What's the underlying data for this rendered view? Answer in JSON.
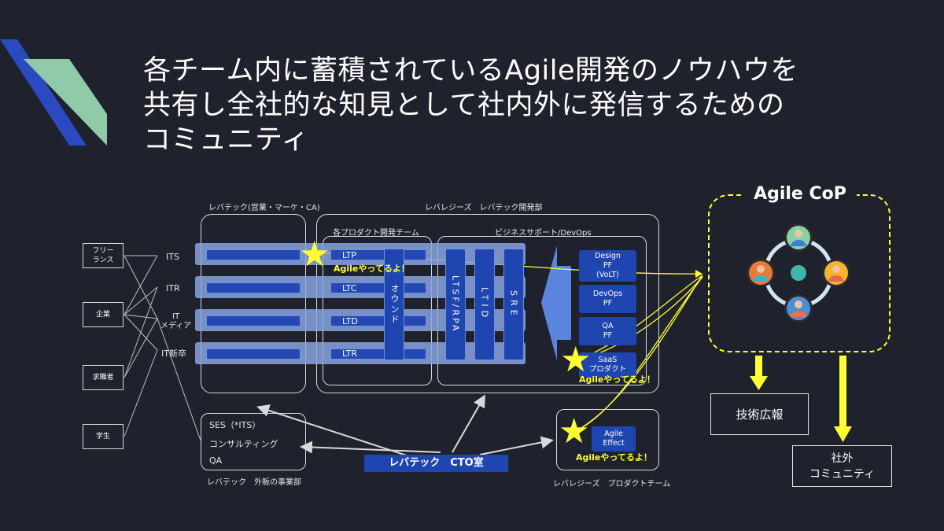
{
  "title": {
    "line1": "各チーム内に蓄積されているAgile開発のノウハウを",
    "line2": "共有し全社的な知見として社内外に発信するための",
    "line3": "コミュニティ"
  },
  "labels": {
    "leverages_tech_sales": "レバテック(営業・マーケ・CA)",
    "levelages_dev": "レバレジーズ　レバテック開発部",
    "product_teams": "各プロダクト開発チーム",
    "business_support": "ビジネスサポート/DevOps",
    "external_sales": "レバテック　外販の事業部",
    "levelages_product": "レバレジーズ　プロダクトチーム"
  },
  "side_boxes": [
    "フリー\nランス",
    "企業",
    "求職者",
    "学生"
  ],
  "rows": [
    "ITS",
    "ITR",
    "IT\nメディア",
    "IT新卒"
  ],
  "lanes": [
    "LTP",
    "LTC",
    "LTD",
    "LTR"
  ],
  "columns": [
    "オウンド",
    "LTSF/RPA",
    "LTID",
    "SRE"
  ],
  "platforms": [
    "Design\nPF\n(VoLT)",
    "DevOps\nPF",
    "QA\nPF",
    "SaaS\nプロダクト"
  ],
  "ses_box": [
    "SES（*ITS）",
    "コンサルティング",
    "QA"
  ],
  "agile_effect": "Agile\nEffect",
  "cto_office": "レバテック　CTO室",
  "agile_doing": "Agileやってるよ！",
  "agile_cop": "Agile CoP",
  "tech_pr": "技術広報",
  "external_community": "社外\nコミュニティ",
  "colors": {
    "background": "#1f222c",
    "accent_yellow": "#ffff33",
    "dark_blue": "#1f46b0",
    "lane_blue": "#8aa3e0",
    "logo_blue": "#2b49c0",
    "logo_green": "#8fcba8"
  }
}
